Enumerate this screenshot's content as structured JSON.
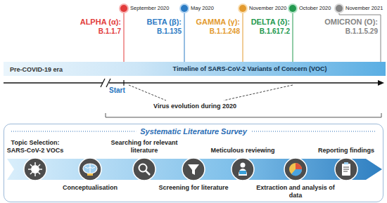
{
  "diagram": {
    "nodes": [
      {
        "text": [
          "September 2020",
          "ALPHA (α):",
          "B.1.1.7"
        ]
      },
      {
        "text": [
          "May 2020",
          "BETA (β):",
          "B.1.135"
        ]
      },
      {
        "text": [
          "November 2020",
          "GAMMA (γ):",
          "B.1.1.248"
        ]
      },
      {
        "text": [
          "October 2020",
          "DELTA (δ):",
          "B.1.617.2"
        ]
      },
      {
        "text": [
          "November 2021",
          "OMICRON (O):",
          "B.1.1.5.29"
        ]
      },
      {
        "text": [
          "Timeline of SARS-CoV-2 Variants of Concern (VOC)"
        ]
      },
      {
        "text": [
          "Systematic Literature Survey"
        ]
      },
      {
        "text": [
          "Topic Selection: SARS-CoV-2 VOCs"
        ],
        "in": 6
      },
      {
        "text": [
          "Conceptualisation"
        ],
        "in": 6
      },
      {
        "text": [
          "Searching for relevant literature"
        ],
        "in": 6
      },
      {
        "text": [
          "Screening for literature"
        ],
        "in": 6
      },
      {
        "text": [
          "Meticulous reviewing"
        ],
        "in": 6
      },
      {
        "text": [
          "Extraction and analysis of data"
        ],
        "in": 6
      },
      {
        "text": [
          "Reporting findings"
        ],
        "in": 6
      }
    ],
    "edges": [
      {
        "from": 0,
        "to": 5,
        "arrow": "none"
      },
      {
        "from": 1,
        "to": 5,
        "arrow": "none"
      },
      {
        "from": 2,
        "to": 5,
        "arrow": "none"
      },
      {
        "from": 3,
        "to": 5,
        "arrow": "none"
      },
      {
        "from": 4,
        "to": 5,
        "arrow": "none"
      }
    ],
    "labels": [
      "Pre-COVID-19 era",
      "Start",
      "Virus evolution during 2020"
    ]
  }
}
